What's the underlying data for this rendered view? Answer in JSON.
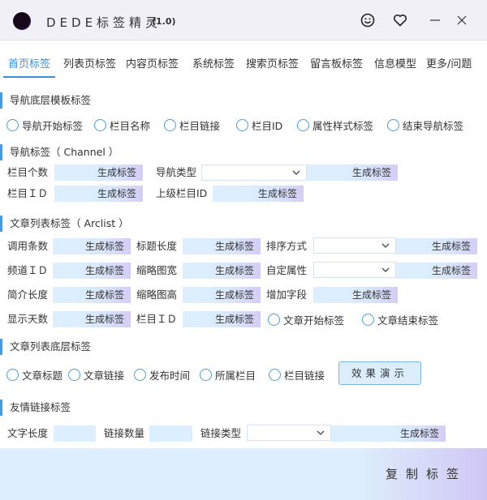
{
  "window": {
    "title": "DEDE标签精灵",
    "version": "(1.0)",
    "controls": {
      "feedback_icon": "smiley-icon",
      "favorite_icon": "heart-icon",
      "minimize_icon": "minimize-icon",
      "close_icon": "close-icon"
    }
  },
  "tabs": [
    {
      "label": "首页标签",
      "active": true
    },
    {
      "label": "列表页标签"
    },
    {
      "label": "内容页标签"
    },
    {
      "label": "系统标签"
    },
    {
      "label": "搜索页标签"
    },
    {
      "label": "留言板标签"
    },
    {
      "label": "信息模型"
    },
    {
      "label": "更多/问题"
    }
  ],
  "colors": {
    "accent": "#3a8fd8",
    "field_bg": "#ddeefe",
    "section_bar": "#4e9ad4"
  },
  "nav_base": {
    "title": "导航底层模板标签",
    "radios": [
      "导航开始标签",
      "栏目名称",
      "栏目链接",
      "栏目ID",
      "属性样式标签",
      "结束导航标签"
    ]
  },
  "channel": {
    "title": "导航标签（ Channel ）",
    "row1": {
      "label1": "栏目个数",
      "btn1": "生成标签",
      "label2": "导航类型",
      "select2": "",
      "btn2": "生成标签"
    },
    "row2": {
      "label1": "栏目ＩＤ",
      "btn1": "生成标签",
      "label2": "上级栏目ID",
      "btn2": "生成标签"
    }
  },
  "arclist": {
    "title": "文章列表标签（ Arclist ）",
    "rows": [
      {
        "l1": "调用条数",
        "b1": "生成标签",
        "l2": "标题长度",
        "b2": "生成标签",
        "l3": "排序方式",
        "b3": "生成标签"
      },
      {
        "l1": "频道ＩＤ",
        "b1": "生成标签",
        "l2": "缩略图宽",
        "b2": "生成标签",
        "l3": "自定属性",
        "b3": "生成标签"
      },
      {
        "l1": "简介长度",
        "b1": "生成标签",
        "l2": "缩略图高",
        "b2": "生成标签",
        "l3": "增加字段",
        "b3": "生成标签"
      },
      {
        "l1": "显示天数",
        "b1": "生成标签",
        "l2": "栏目ＩＤ",
        "b2": "生成标签",
        "r1": "文章开始标签",
        "r2": "文章结束标签"
      }
    ]
  },
  "arc_base": {
    "title": "文章列表底层标签",
    "radios": [
      "文章标题",
      "文章链接",
      "发布时间",
      "所属栏目",
      "栏目链接"
    ],
    "demo_button": "效果演示"
  },
  "flink": {
    "title": "友情链接标签",
    "label1": "文字长度",
    "label2": "链接数量",
    "label3": "链接类型",
    "btn": "生成标签"
  },
  "footer": {
    "copy_button": "复制标签"
  }
}
